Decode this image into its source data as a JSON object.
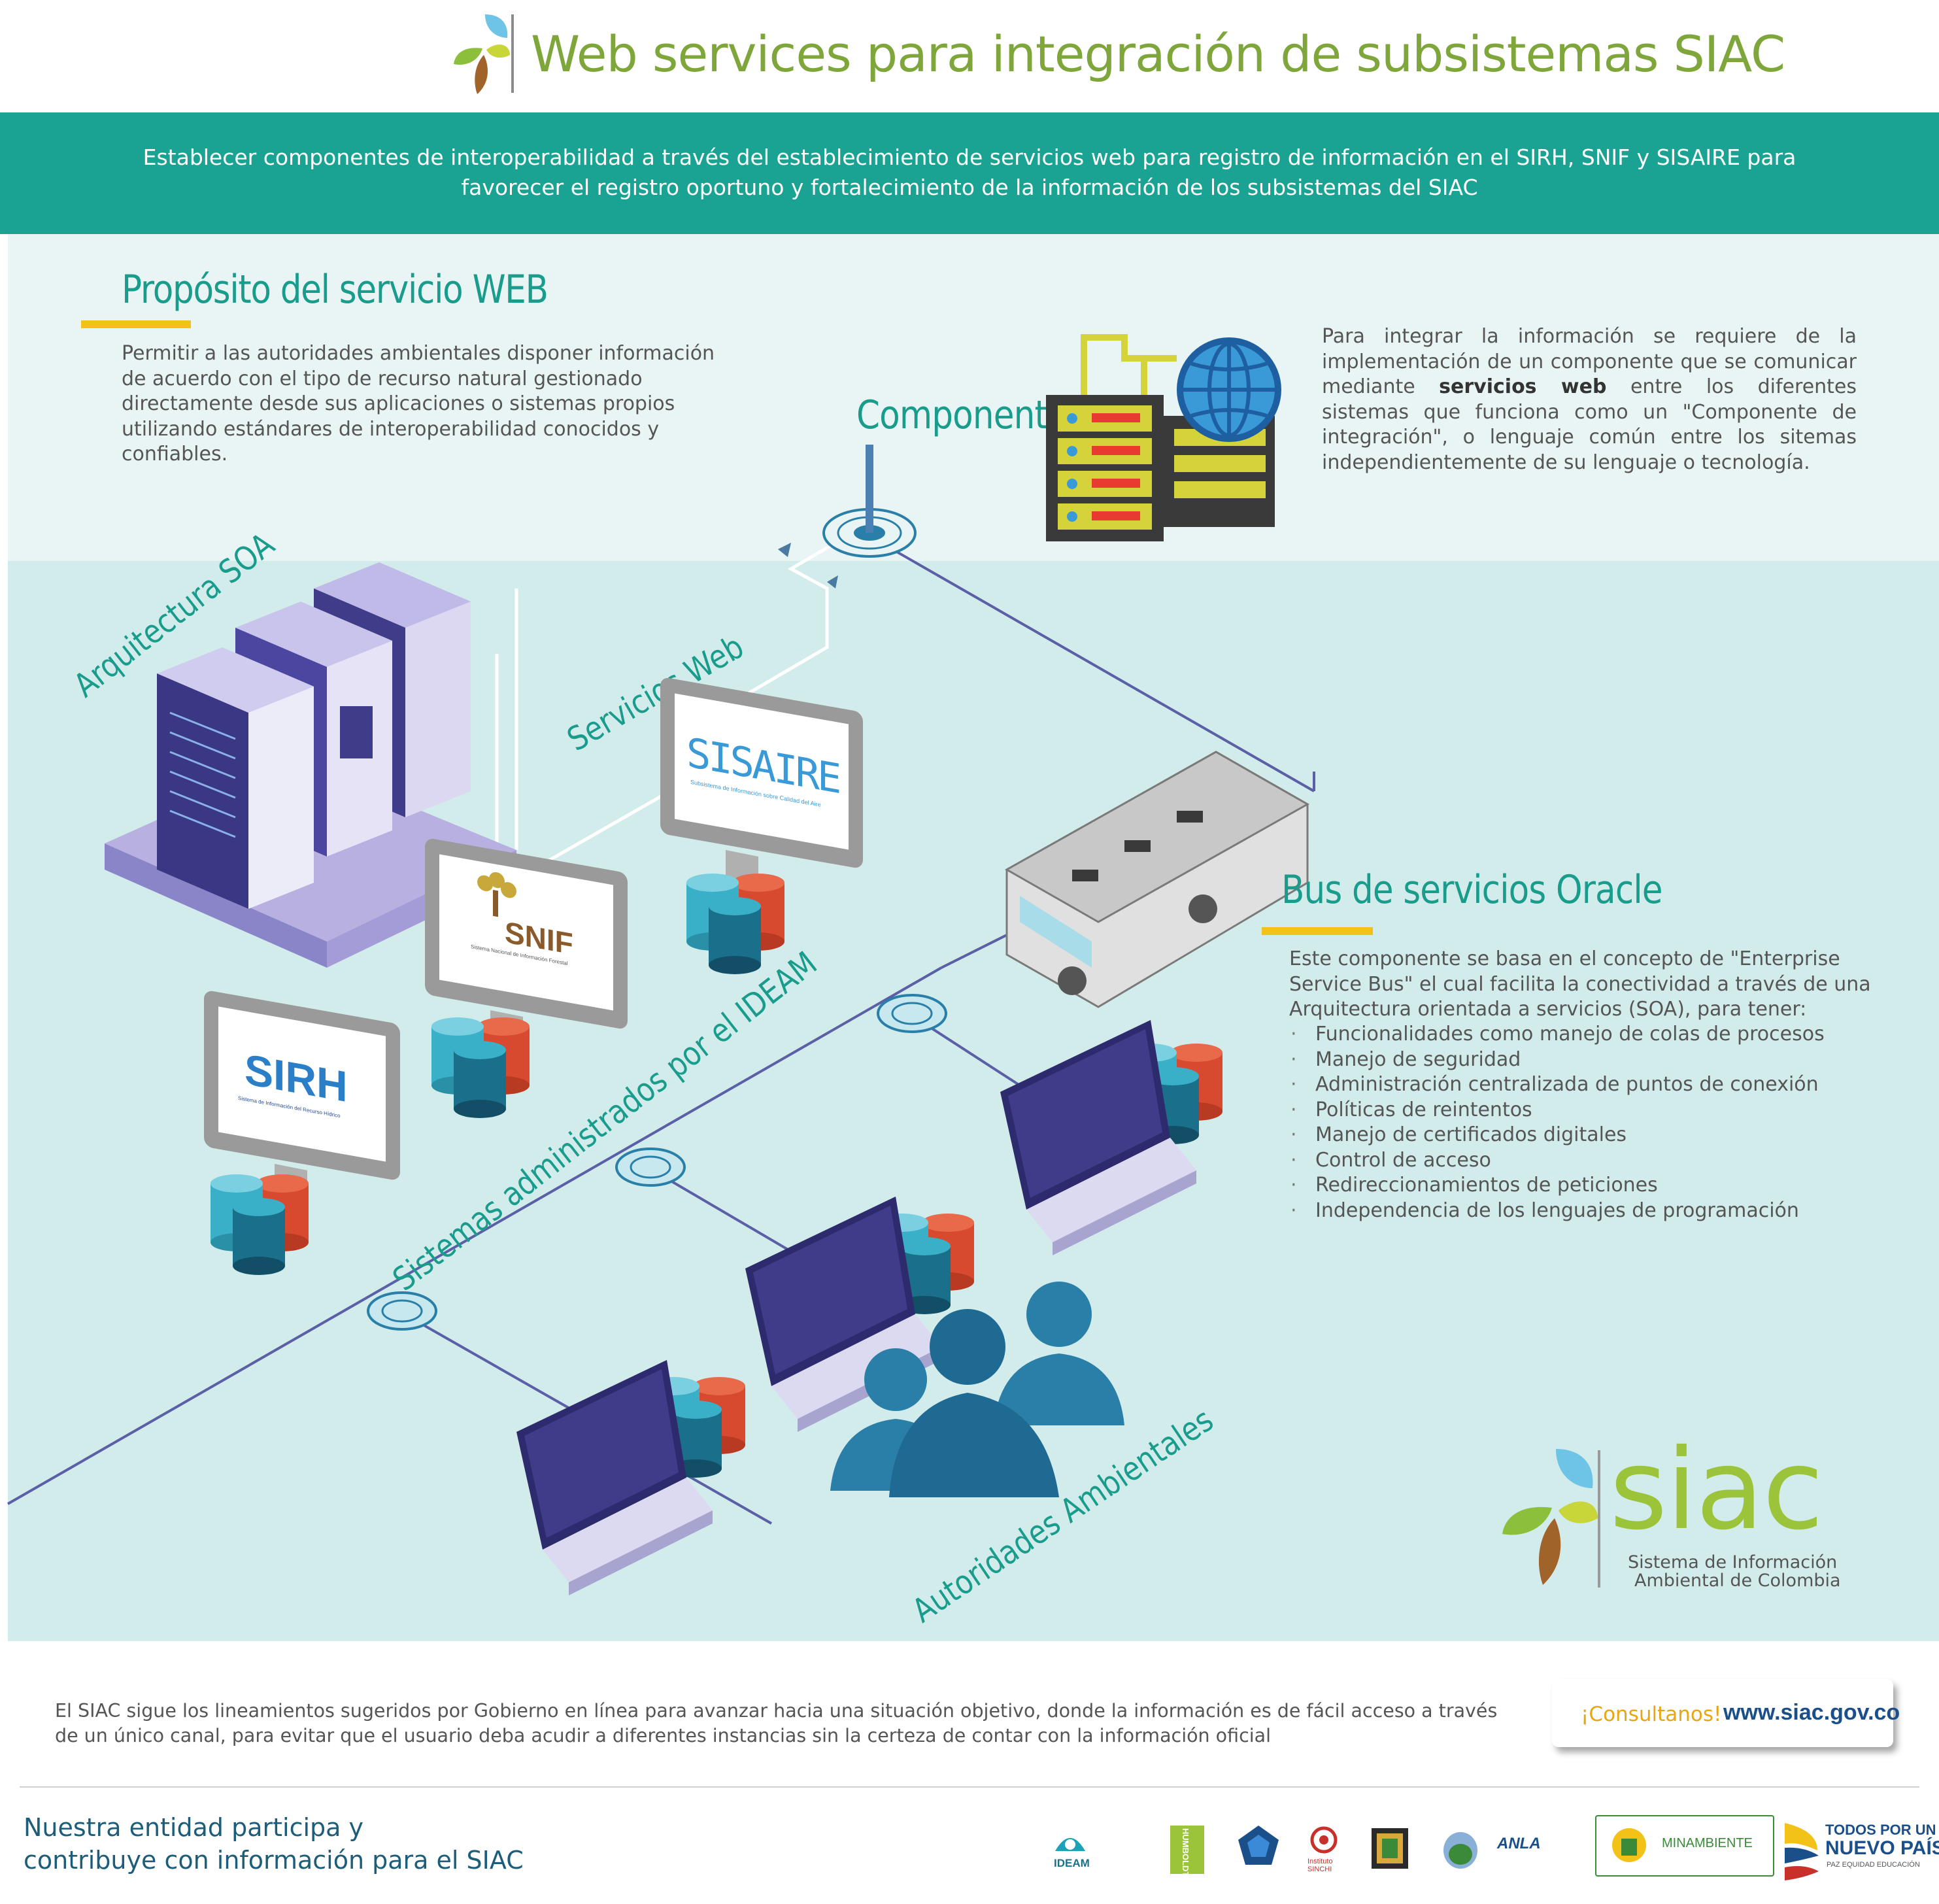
{
  "header": {
    "title": "Web services para integración de subsistemas SIAC",
    "banner": "Establecer componentes de interoperabilidad a través del establecimiento de servicios web para registro de información en el SIRH, SNIF y SISAIRE para favorecer el registro oportuno y fortalecimiento de la información de los subsistemas del SIAC"
  },
  "purpose": {
    "title": "Propósito del servicio WEB",
    "text": "Permitir a las autoridades ambientales disponer información de acuerdo con el tipo de recurso natural gestionado directamente desde sus aplicaciones o sistemas propios utilizando estándares de interoperabilidad conocidos y confiables."
  },
  "component": {
    "title": "Componente",
    "text_before": "Para integrar la información se requiere de la implementación de un componente que se comunicar mediante ",
    "text_bold": "servicios web",
    "text_after": "  entre los diferentes sistemas que funciona como un \"Componente de integración\", o lenguaje común entre los sitemas independientemente de su lenguaje o tecnología."
  },
  "diagram": {
    "soa_label": "Arquitectura SOA",
    "web_services_label": "Servicios Web",
    "systems_label": "Sistemas administrados por el IDEAM",
    "authorities_label": "Autoridades Ambientales",
    "sisaire_logo": "SISAIRE",
    "sisaire_sub": "Subsistema de Información sobre Calidad del Aire",
    "snif_logo": "SNIF",
    "snif_sub": "Sistema Nacional de Información Forestal",
    "sirh_logo": "SIRH",
    "sirh_sub": "Sistema de Información del Recurso Hídrico"
  },
  "bus": {
    "title": "Bus de servicios Oracle",
    "intro": "Este componente se basa en el concepto de \"Enterprise Service Bus\" el cual facilita la conectividad a través de una Arquitectura orientada a servicios (SOA), para tener:",
    "items": [
      "Funcionalidades como manejo de colas de procesos",
      "Manejo de seguridad",
      "Administración centralizada de puntos de conexión",
      "Políticas de reintentos",
      "Manejo de certificados digitales",
      "Control de acceso",
      "Redireccionamientos de peticiones",
      "Independencia de los lenguajes de programación"
    ]
  },
  "siac_logo": {
    "word": "siac",
    "line1": "Sistema de Información",
    "line2": "Ambiental de Colombia"
  },
  "footer": {
    "text": "El SIAC sigue los lineamientos sugeridos por Gobierno en línea para avanzar hacia una situación objetivo, donde la información es de fácil acceso a través de un único canal, para evitar que el usuario deba acudir a diferentes instancias sin la certeza de contar con la información oficial",
    "contact_prefix": "¡Consultanos!",
    "contact_url": "www.siac.gov.co",
    "left_line1": "Nuestra entidad participa y",
    "left_line2": "contribuye con información para el SIAC",
    "partner_ideam": "IDEAM",
    "partner_humboldt": "HUMBOLDT",
    "partner_sinchi": "Instituto SINCHI",
    "partner_anla": "ANLA",
    "partner_minambiente": "MINAMBIENTE",
    "gov_line1": "TODOS POR UN",
    "gov_line2": "NUEVO PAÍS",
    "gov_line3": "PAZ  EQUIDAD  EDUCACIÓN"
  },
  "colors": {
    "teal": "#1aa393",
    "green_title": "#7ea63a",
    "yellow": "#f3c218",
    "navy": "#3f3c8a"
  }
}
